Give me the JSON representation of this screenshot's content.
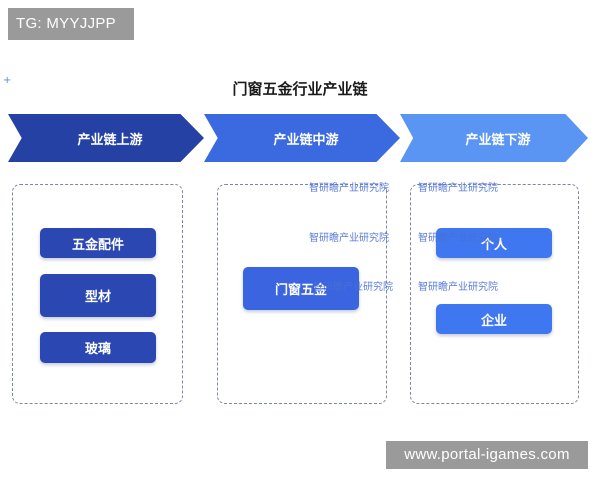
{
  "overlay": {
    "tag": "TG: MYYJJPP",
    "footer_url": "www.portal-igames.com",
    "corner_mark": "+"
  },
  "title": "门窗五金行业产业链",
  "stages": [
    {
      "label": "产业链上游"
    },
    {
      "label": "产业链中游"
    },
    {
      "label": "产业链下游"
    }
  ],
  "upstream": {
    "items": [
      "五金配件",
      "型材",
      "玻璃"
    ]
  },
  "midstream": {
    "items": [
      "门窗五金"
    ]
  },
  "downstream": {
    "items": [
      "个人",
      "企业"
    ]
  },
  "watermark": "智研瞻产业研究院",
  "colors": {
    "upstream": "#2541a4",
    "midstream": "#3b6ae0",
    "downstream": "#5b95f4",
    "panel_border": "#7d86a8"
  }
}
